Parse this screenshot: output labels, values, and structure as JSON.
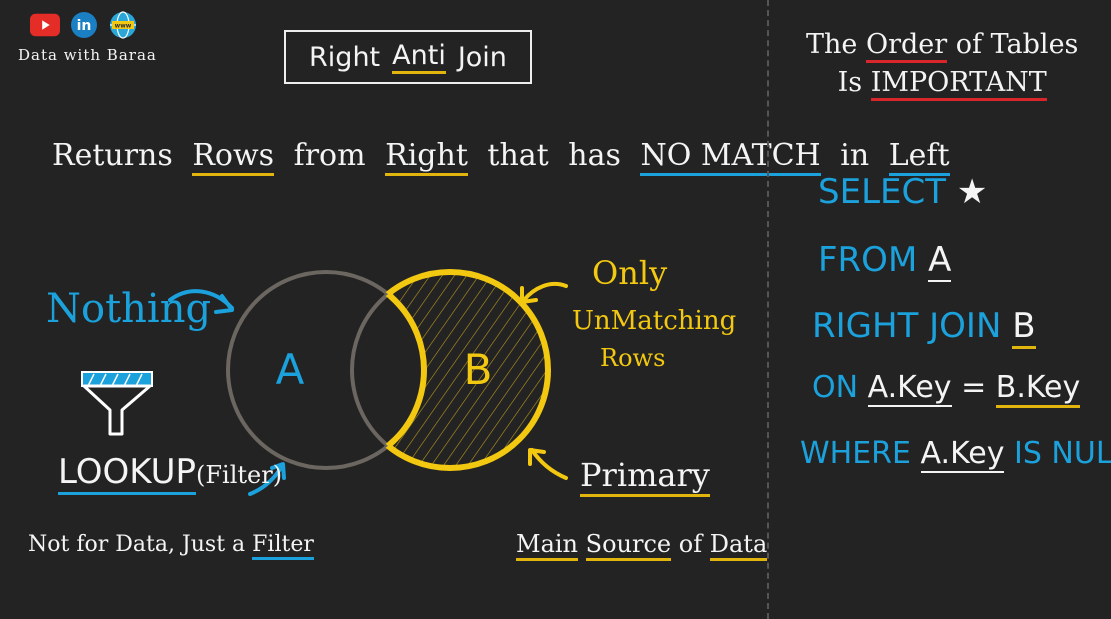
{
  "brand": {
    "name": "Data with Baraa",
    "icons": [
      "youtube-icon",
      "linkedin-icon",
      "website-icon"
    ],
    "linkedin_glyph": "in",
    "website_glyph": "www"
  },
  "title": [
    "Right",
    "Anti",
    "Join"
  ],
  "subtitle": [
    "Returns",
    "Rows",
    "from",
    "Right",
    "that",
    "has",
    "NO MATCH",
    "in",
    "Left"
  ],
  "order_note": {
    "line1": [
      "The",
      "Order",
      "of",
      "Tables"
    ],
    "line2": [
      "Is",
      "IMPORTANT"
    ]
  },
  "sql": {
    "select": "SELECT",
    "star": "★",
    "from": "FROM",
    "table_a": "A",
    "right_join": "RIGHT JOIN",
    "table_b": "B",
    "on": "ON",
    "a_key": "A.Key",
    "eq": "=",
    "b_key": "B.Key",
    "where": "WHERE",
    "is_null": "IS NULL"
  },
  "venn": {
    "left_label": "A",
    "right_label": "B"
  },
  "annotations": {
    "nothing": "Nothing",
    "only": "Only",
    "unmatching": "UnMatching",
    "rows": "Rows",
    "lookup": "LOOKUP",
    "filter_paren": "(Filter)",
    "not_for_data": "Not for Data, Just a",
    "filter": "Filter",
    "primary": "Primary",
    "main": "Main",
    "source": "Source",
    "of": "of",
    "data": "Data"
  },
  "colors": {
    "background": "#232323",
    "blue": "#1ba1dc",
    "yellow": "#f2c811",
    "red": "#d9262b",
    "gray_circle": "#6b6660"
  }
}
